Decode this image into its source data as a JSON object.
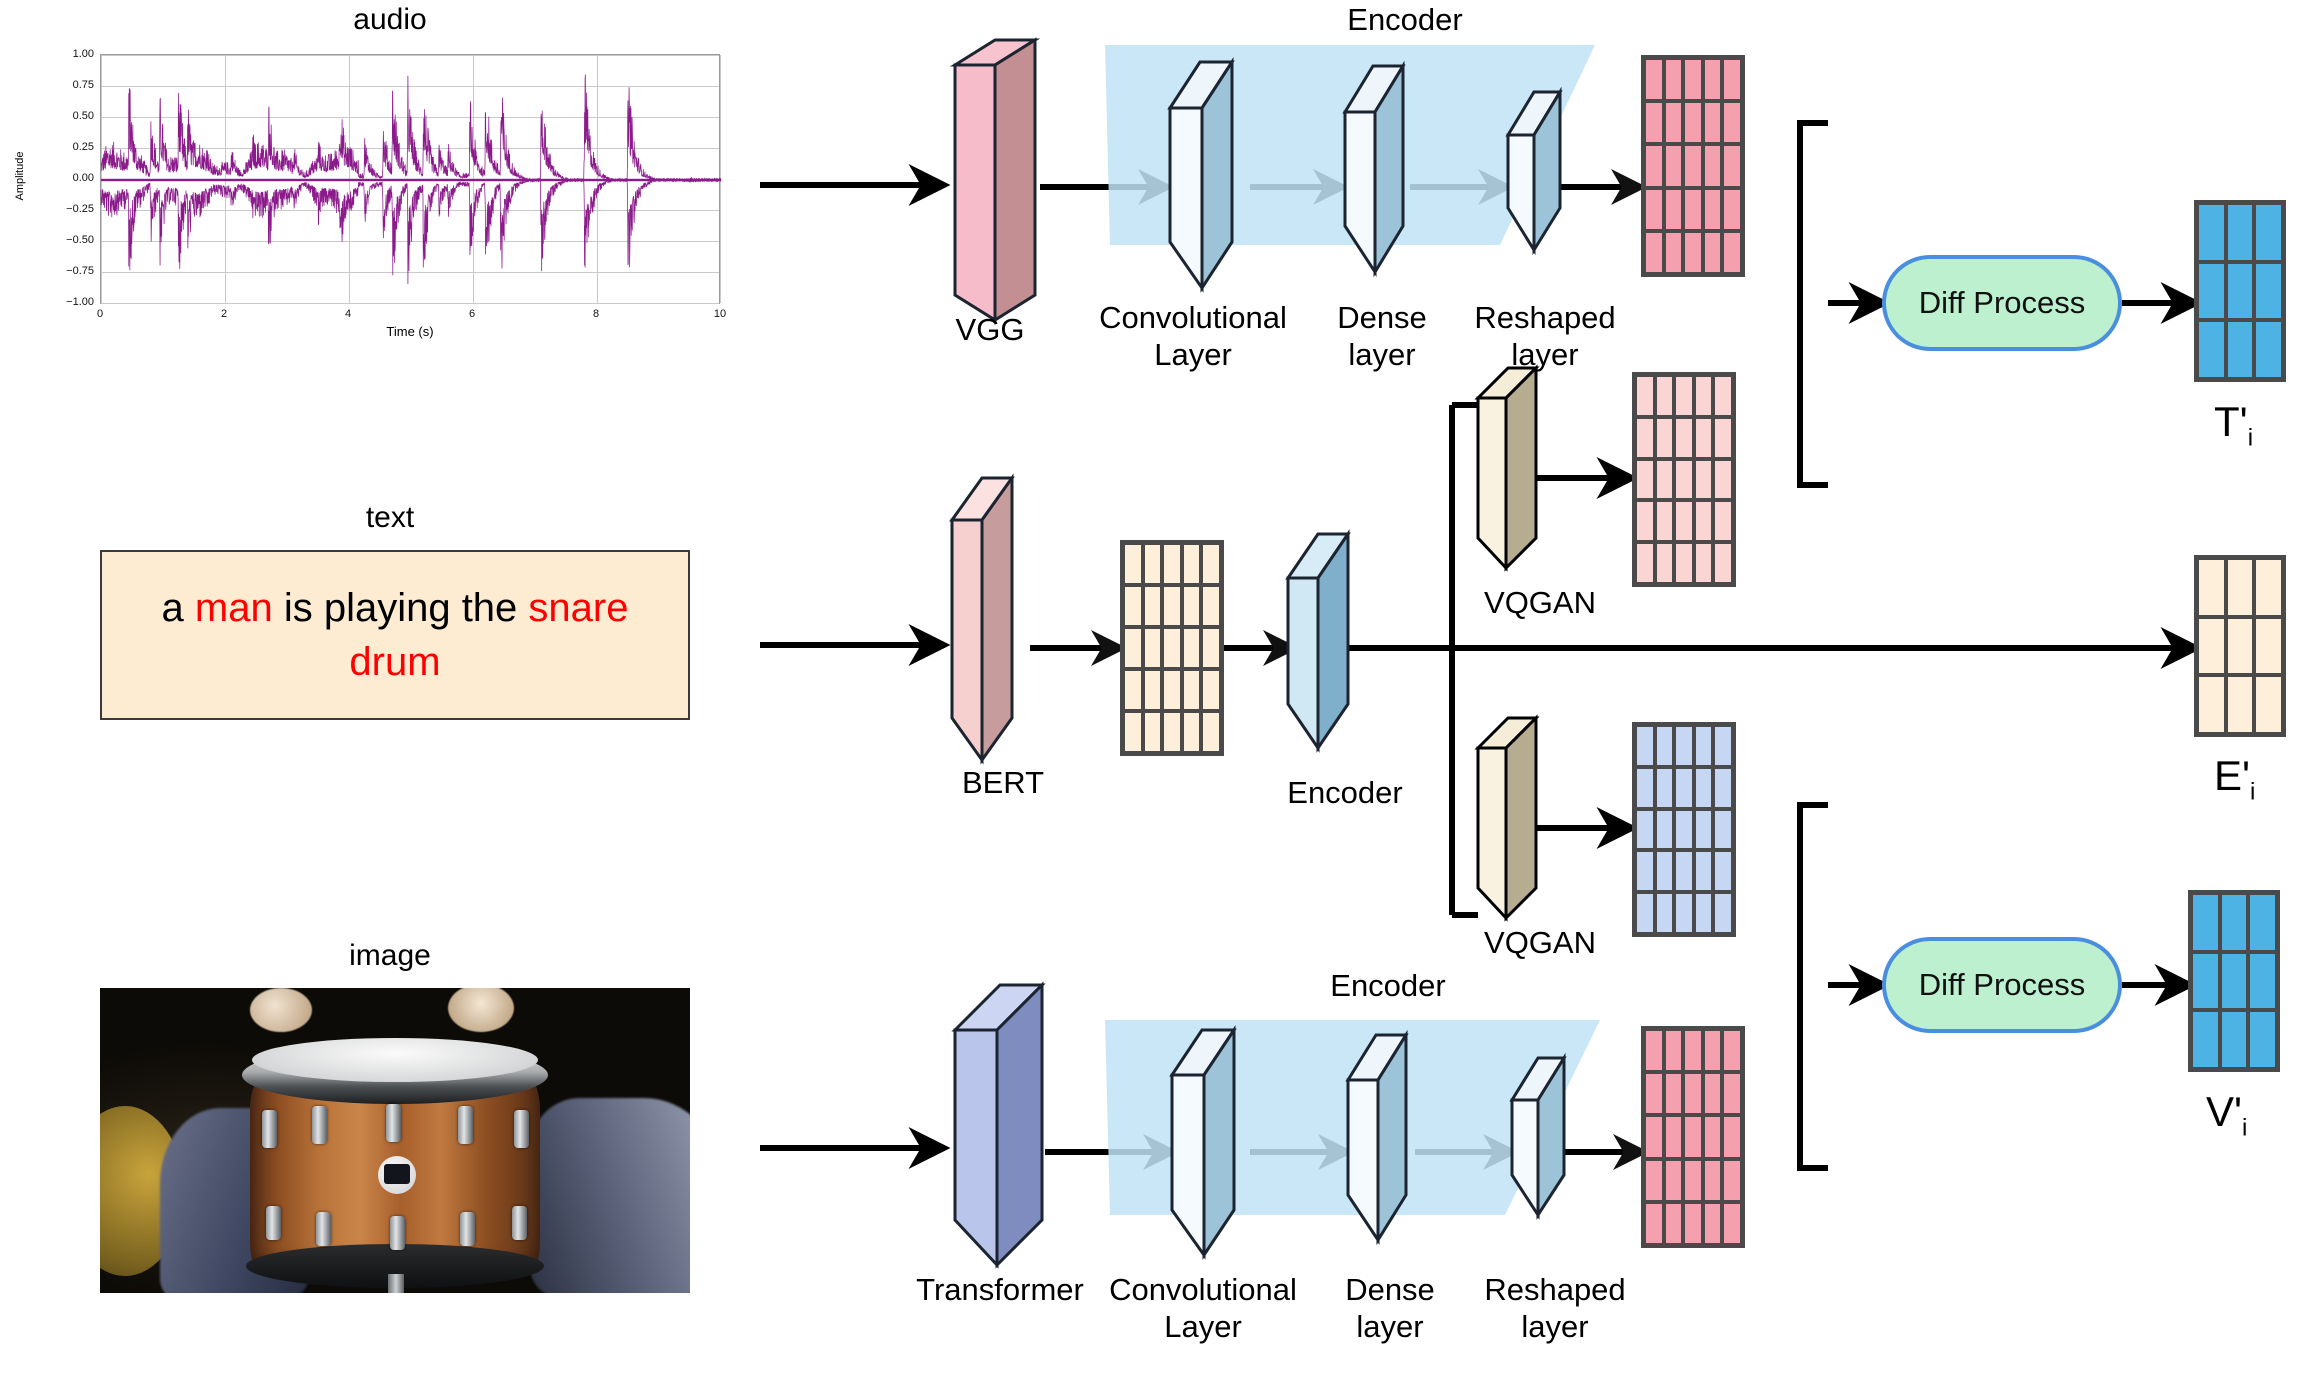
{
  "figure": {
    "type": "architecture-diagram",
    "inputs": [
      {
        "name": "audio",
        "title": "audio"
      },
      {
        "name": "text",
        "title": "text"
      },
      {
        "name": "image",
        "title": "image"
      }
    ]
  },
  "audio": {
    "title": "audio",
    "xlabel": "Time  (s)",
    "ylabel": "Amplitude",
    "yticks": [
      "1.00",
      "0.75",
      "0.50",
      "0.25",
      "0.00",
      "−0.25",
      "−0.50",
      "−0.75",
      "−1.00"
    ],
    "xticks": [
      "0",
      "2",
      "4",
      "6",
      "8",
      "10"
    ],
    "waveform_color": "#8B1A8B"
  },
  "text": {
    "title": "text",
    "sentence_parts": [
      {
        "t": "a ",
        "highlight": false
      },
      {
        "t": "man",
        "highlight": true
      },
      {
        "t": " is playing the ",
        "highlight": false
      },
      {
        "t": "snare drum",
        "highlight": true
      }
    ],
    "sentence_plain": "a man is playing the snare drum",
    "box_fill": "#fdecd2",
    "highlight_color": "#ff0000"
  },
  "image": {
    "title": "image",
    "caption_subject": "snare drum"
  },
  "audio_branch": {
    "backbone_label": "VGG",
    "encoder_group_label": "Encoder",
    "layer_labels": [
      "Convolutional\nLayer",
      "Dense\nlayer",
      "Reshaped\nlayer"
    ],
    "output_grid": {
      "cols": 5,
      "rows": 5,
      "color": "#f4a0ae"
    }
  },
  "text_branch": {
    "backbone_label": "BERT",
    "token_grid": {
      "cols": 5,
      "rows": 5,
      "color": "#fdefd9"
    },
    "encoder_label": "Encoder",
    "vqgan_top_label": "VQGAN",
    "vqgan_bottom_label": "VQGAN",
    "vqgan_top_grid": {
      "cols": 5,
      "rows": 5,
      "color": "#fbd4d4"
    },
    "vqgan_bottom_grid": {
      "cols": 5,
      "rows": 5,
      "color": "#c5d7f3"
    }
  },
  "image_branch": {
    "backbone_label": "Transformer",
    "encoder_group_label": "Encoder",
    "layer_labels": [
      "Convolutional\nLayer",
      "Dense\nlayer",
      "Reshaped\nlayer"
    ],
    "output_grid": {
      "cols": 5,
      "rows": 5,
      "color": "#f4a0ae"
    }
  },
  "process": {
    "top_label": "Diff Process",
    "bottom_label": "Diff Process",
    "pill_fill": "#bdf0cf",
    "pill_stroke": "#4a8ee0"
  },
  "outputs": [
    {
      "symbol": "T'",
      "sub": "i",
      "grid": {
        "cols": 3,
        "rows": 3,
        "color": "#4cb3e4"
      }
    },
    {
      "symbol": "E'",
      "sub": "i",
      "grid": {
        "cols": 3,
        "rows": 3,
        "color": "#fdefd9"
      }
    },
    {
      "symbol": "V'",
      "sub": "i",
      "grid": {
        "cols": 3,
        "rows": 3,
        "color": "#4cb3e4"
      }
    }
  ],
  "chart_data": {
    "type": "line",
    "title": "audio",
    "xlabel": "Time  (s)",
    "ylabel": "Amplitude",
    "xlim": [
      0,
      10
    ],
    "ylim": [
      -1.0,
      1.0
    ],
    "grid": true,
    "series": [
      {
        "name": "waveform",
        "color": "#8B1A8B",
        "envelope_peaks": [
          {
            "t": 0.1,
            "a": 0.32
          },
          {
            "t": 0.45,
            "a": 0.91
          },
          {
            "t": 0.8,
            "a": 0.6
          },
          {
            "t": 0.95,
            "a": 0.74
          },
          {
            "t": 1.25,
            "a": 0.88
          },
          {
            "t": 1.4,
            "a": 0.67
          },
          {
            "t": 1.7,
            "a": 0.34
          },
          {
            "t": 2.1,
            "a": 0.32
          },
          {
            "t": 2.45,
            "a": 0.43
          },
          {
            "t": 2.7,
            "a": 0.74
          },
          {
            "t": 3.1,
            "a": 0.33
          },
          {
            "t": 3.5,
            "a": 0.4
          },
          {
            "t": 3.85,
            "a": 0.77
          },
          {
            "t": 4.25,
            "a": 0.4
          },
          {
            "t": 4.55,
            "a": 0.53
          },
          {
            "t": 4.7,
            "a": 0.91
          },
          {
            "t": 4.95,
            "a": 0.89
          },
          {
            "t": 5.2,
            "a": 0.86
          },
          {
            "t": 5.45,
            "a": 0.35
          },
          {
            "t": 5.6,
            "a": 0.33
          },
          {
            "t": 5.95,
            "a": 0.72
          },
          {
            "t": 6.2,
            "a": 0.89
          },
          {
            "t": 6.45,
            "a": 0.88
          },
          {
            "t": 7.1,
            "a": 0.86
          },
          {
            "t": 7.8,
            "a": 0.96
          },
          {
            "t": 8.5,
            "a": 0.95
          },
          {
            "t": 9.5,
            "a": 0.03
          }
        ]
      }
    ]
  }
}
